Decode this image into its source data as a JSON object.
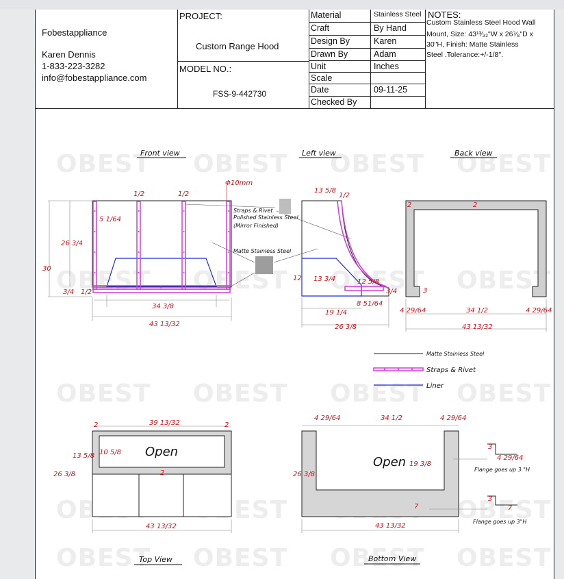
{
  "company": {
    "name": "Fobestappliance",
    "contact_name": "Karen Dennis",
    "phone": "1-833-223-3282",
    "email": "info@fobestappliance.com"
  },
  "project": {
    "label": "PROJECT:",
    "value": "Custom Range Hood",
    "model_label": "MODEL NO.:",
    "model_value": "FSS-9-442730"
  },
  "specs": [
    {
      "label": "Material",
      "value": "Stainless Steel"
    },
    {
      "label": "Craft",
      "value": "By Hand"
    },
    {
      "label": "Design By",
      "value": "Karen"
    },
    {
      "label": "Drawn By",
      "value": "Adam"
    },
    {
      "label": "Unit",
      "value": "Inches"
    },
    {
      "label": "Scale",
      "value": ""
    },
    {
      "label": "Date",
      "value": "09-11-25"
    },
    {
      "label": "Checked By",
      "value": ""
    }
  ],
  "notes": {
    "title": "NOTES:",
    "lines": [
      "Custom Stainless Steel Hood Wall",
      "Mount, Size: 43¹³⁄₃₂\"W x 26⁷⁄₈\"D x",
      "30\"H, Finish: Matte Stainless",
      "Steel .Tolerance:+/-1/8\"."
    ]
  },
  "views": {
    "front": "Front view",
    "left": "Left view",
    "back": "Back view",
    "top": "Top View",
    "bottom": "Bottom View"
  },
  "legend": {
    "matte": "Matte Stainless Steel",
    "straps": "Straps & Rivet",
    "liner": "Liner"
  },
  "callouts": {
    "straps": "Straps & Rivet",
    "polished": "Polished Stainless Steel",
    "mirror": "(Mirror Finished)",
    "matte": "Matte Stainless Steel",
    "phi": "Φ10mm"
  },
  "open_label": "Open",
  "flange": [
    "Flange goes up 3 \"H",
    "Flange goes up 3\"H"
  ],
  "watermark": "OBEST",
  "dims": {
    "front": {
      "half_a": "1/2",
      "half_b": "1/2",
      "strap_gap": "5 1/64",
      "height_total": "30",
      "height_body": "26 3/4",
      "bottom_left": "3/4",
      "bottom_half": "1/2",
      "liner": "34 3/8",
      "width": "43 13/32"
    },
    "left": {
      "top": "13 5/8",
      "top_half": "1/2",
      "liner_h": "13 3/4",
      "hgt": "12",
      "angle": "12 5/8",
      "small": "8 51/64",
      "bottom_right": "3/4",
      "base": "19 1/4",
      "depth": "26 3/8"
    },
    "back": {
      "top": "2",
      "side_left": "4 29/64",
      "center": "34 1/2",
      "side_right": "4 29/64",
      "width": "43 13/32",
      "notch": "3"
    },
    "top": {
      "left_edge": "2",
      "width_open": "39 13/32",
      "right_edge": "2",
      "depth_open": "13 5/8",
      "inner": "10 5/8",
      "depth": "26 3/8",
      "mid": "2",
      "width": "43 13/32"
    },
    "bottom": {
      "left": "4 29/64",
      "center": "34 1/2",
      "right": "4 29/64",
      "depth": "26 3/8",
      "open_h": "19 3/8",
      "seven": "7",
      "width": "43 13/32",
      "flange_a": "3",
      "flange_b": "4 29/64",
      "flange_c": "3",
      "flange_d": "7"
    }
  }
}
